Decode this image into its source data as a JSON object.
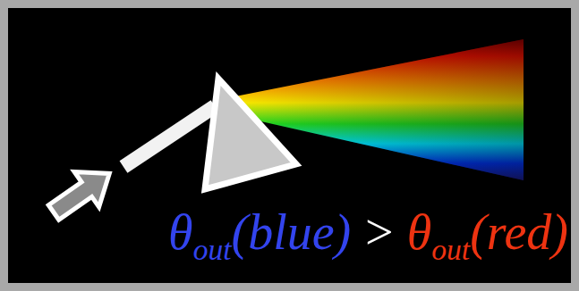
{
  "diagram": {
    "labels": [
      "θ",
      "out",
      "(blue)",
      ">",
      "θ",
      "out",
      "(red)"
    ]
  }
}
